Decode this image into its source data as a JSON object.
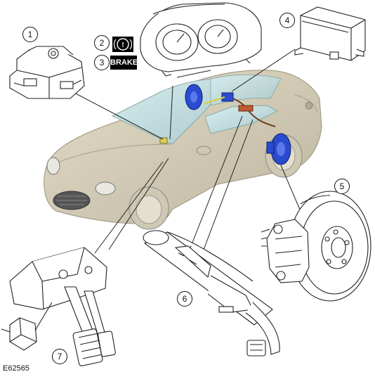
{
  "figure_id": "E62565",
  "callouts": {
    "c1": "1",
    "c2": "2",
    "c3": "3",
    "c4": "4",
    "c5": "5",
    "c6": "6",
    "c7": "7"
  },
  "indicator_labels": {
    "brake_text": "BRAKE"
  },
  "colors": {
    "car_body": "#d3cdb8",
    "car_shade": "#b7b09a",
    "glass": "#bfdde0",
    "component_blue": "#2a4bd0",
    "line_art": "#222222"
  }
}
